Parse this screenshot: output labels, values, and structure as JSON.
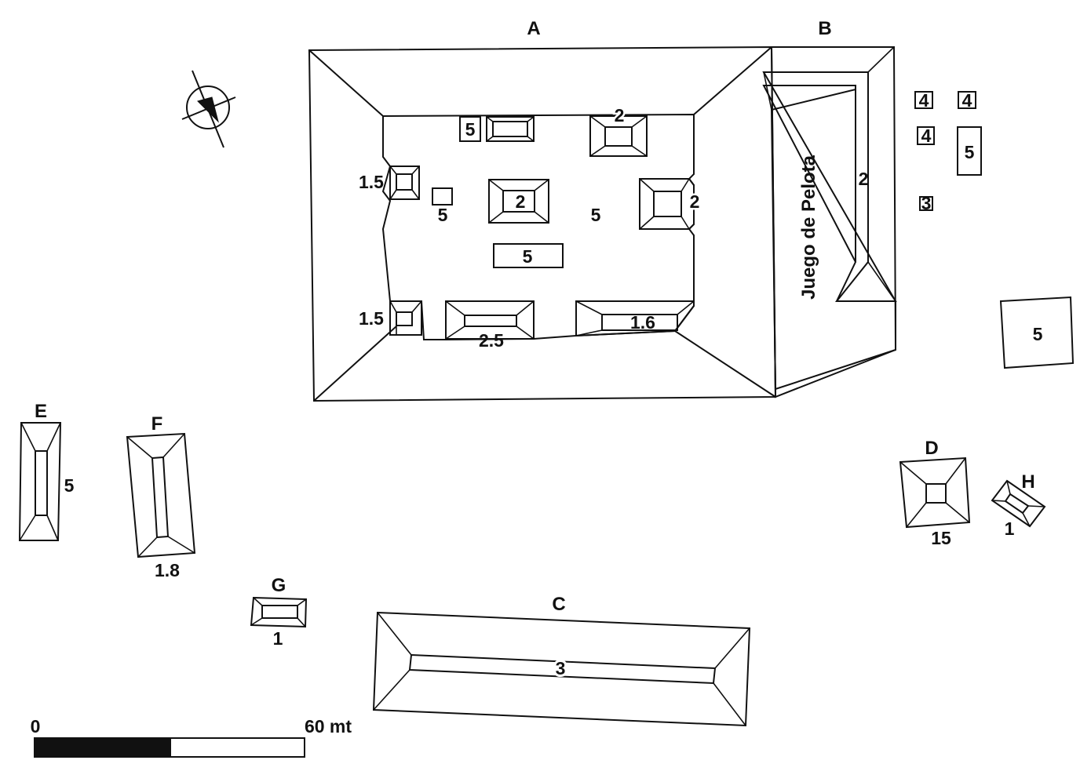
{
  "structures": {
    "A": {
      "label": "A"
    },
    "B": {
      "label": "B",
      "name": "Juego de Pelota",
      "height": "2"
    },
    "C": {
      "label": "C",
      "height": "3"
    },
    "D": {
      "label": "D",
      "height": "15"
    },
    "E": {
      "label": "E",
      "height": "5"
    },
    "F": {
      "label": "F",
      "height": "1.8"
    },
    "G": {
      "label": "G",
      "height": "1"
    },
    "H": {
      "label": "H",
      "height": "1"
    }
  },
  "plaza_a": {
    "north_small_box": "5",
    "north_mound": "2",
    "west_upper_mound": "1.5",
    "west_lower_mound": "1.5",
    "small_square": "5",
    "central_mound": "2",
    "plaza_level": "5",
    "east_mound": "2",
    "rect_platform": "5",
    "south_mound_left": "2.5",
    "south_mound_right": "1.6"
  },
  "east_group": {
    "box_1": "4",
    "box_2": "4",
    "box_3": "4",
    "box_tall": "5",
    "box_small": "3",
    "big_square": "5"
  },
  "scale": {
    "start": "0",
    "end": "60 mt"
  },
  "north_arrow_icon": "north-arrow-icon"
}
